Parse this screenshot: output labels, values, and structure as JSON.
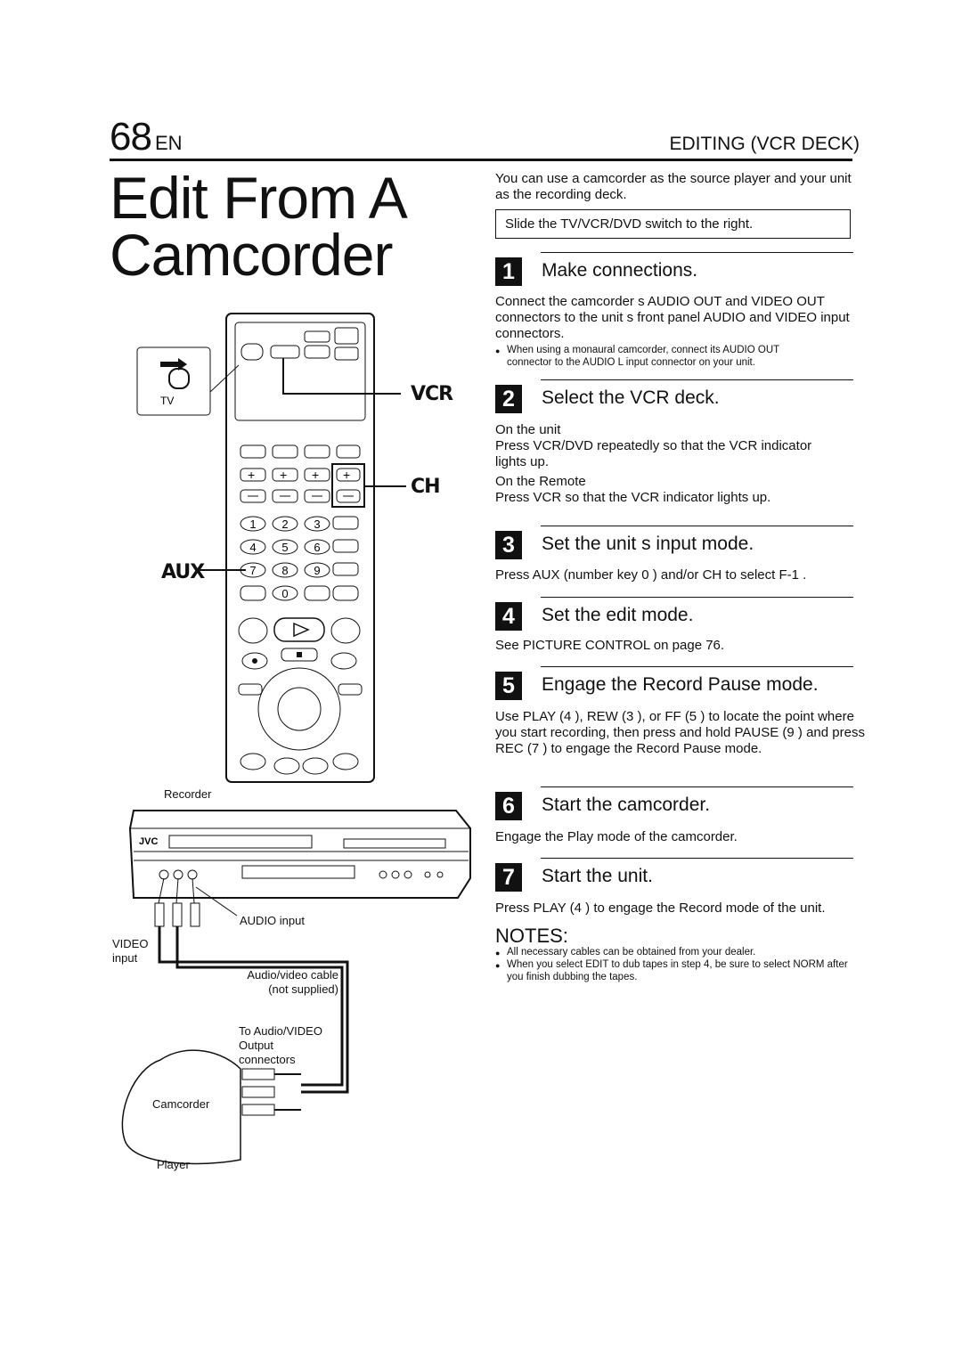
{
  "header": {
    "page_number": "68",
    "lang": "EN",
    "section": "EDITING (VCR DECK)"
  },
  "title": {
    "line1": "Edit From A",
    "line2": "Camcorder"
  },
  "intro": "You can use a camcorder as the source player and your unit as the recording deck.",
  "tip": "Slide the TV/VCR/DVD switch to the right.",
  "steps": [
    {
      "n": "1",
      "title": "Make connections.",
      "body": "Connect the camcorder s AUDIO OUT and VIDEO OUT connectors to the unit s front panel AUDIO and VIDEO input connectors.",
      "note": "When using a monaural camcorder, connect its AUDIO OUT connector to the AUDIO L input connector on your unit."
    },
    {
      "n": "2",
      "title": "Select the VCR deck.",
      "sub1": "On the unit",
      "text1": "Press VCR/DVD repeatedly so that the VCR indicator lights up.",
      "sub2": "On the Remote",
      "text2": "Press VCR so that the VCR indicator lights up."
    },
    {
      "n": "3",
      "title": "Set the unit s input mode.",
      "body": "Press AUX (number key  0  ) and/or CH to select  F-1 ."
    },
    {
      "n": "4",
      "title": "Set the edit mode.",
      "body": "See  PICTURE CONTROL  on page 76."
    },
    {
      "n": "5",
      "title": "Engage the Record Pause mode.",
      "body": "Use PLAY (4  ), REW (3     ), or FF (5     ) to locate the point where you start recording, then press and hold PAUSE (9  ) and press REC (7  ) to engage the Record Pause mode."
    },
    {
      "n": "6",
      "title": "Start the camcorder.",
      "body": "Engage the Play mode of the camcorder."
    },
    {
      "n": "7",
      "title": "Start the unit.",
      "body": "Press PLAY (4  ) to engage the Record mode of the unit."
    }
  ],
  "notes": {
    "title": "NOTES:",
    "items": [
      "All necessary cables can be obtained from your dealer.",
      "When you select  EDIT  to dub tapes in step 4, be sure to select  NORM  after you finish dubbing the tapes."
    ]
  },
  "illustration": {
    "vcr_label": "VCR",
    "ch_label": "CH",
    "aux_label": "AUX",
    "tv_label": "TV",
    "recorder_label": "Recorder",
    "audio_input_label": "AUDIO input",
    "video_input_label1": "VIDEO",
    "video_input_label2": "input",
    "cable_label1": "Audio/video cable",
    "cable_label2": "(not supplied)",
    "output_label1": "To Audio/VIDEO",
    "output_label2": "Output",
    "output_label3": "connectors",
    "camcorder_label": "Camcorder",
    "player_label": "Player",
    "brand": "JVC",
    "keypad": [
      "1",
      "2",
      "3",
      "4",
      "5",
      "6",
      "7",
      "8",
      "9",
      "0"
    ]
  }
}
